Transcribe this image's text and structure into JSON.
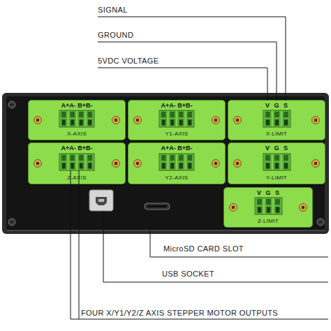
{
  "diagram": {
    "nodes": [
      {
        "text": [
          "A+A- B+B-",
          "X-AXIS"
        ]
      },
      {
        "text": [
          "A+A- B+B-",
          "Y1-AXIS"
        ]
      },
      {
        "text": [
          "V G S",
          "X-LIMIT"
        ]
      },
      {
        "text": [
          "A+A- B+B-",
          "Z-AXIS"
        ]
      },
      {
        "text": [
          "A+A- B+B-",
          "Y2-AXIS"
        ]
      },
      {
        "text": [
          "V G S",
          "Y-LIMIT"
        ]
      },
      {
        "text": [
          "V G S",
          "Z-LIMIT"
        ]
      }
    ],
    "labels": [
      "SIGNAL",
      "GROUND",
      "5VDC VOLTAGE",
      "MicroSD CARD SLOT",
      "USB SOCKET",
      "FOUR X/Y1/Y2/Z AXIS STEPPER MOTOR OUTPUTS"
    ]
  }
}
